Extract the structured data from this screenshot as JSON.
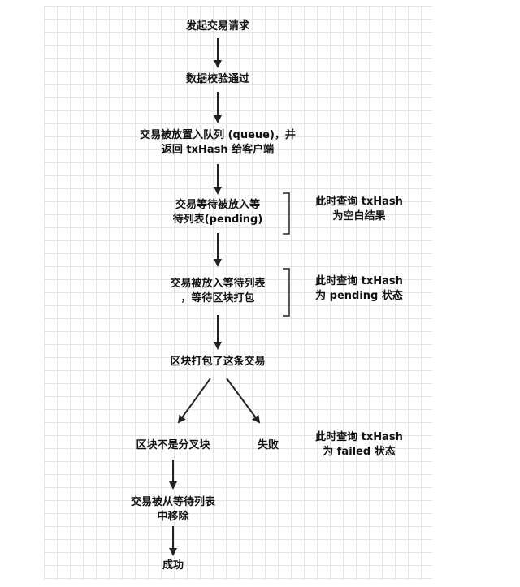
{
  "diagram": {
    "nodes": {
      "start": {
        "lines": [
          "发起交易请求"
        ]
      },
      "validated": {
        "lines": [
          "数据校验通过"
        ]
      },
      "queued": {
        "lines": [
          "交易被放置入队列 (queue)，并",
          "返回 txHash 给客户端"
        ]
      },
      "pending": {
        "lines": [
          "交易等待被放入等",
          "待列表(pending)"
        ]
      },
      "waiting_pack": {
        "lines": [
          "交易被放入等待列表",
          "，等待区块打包"
        ]
      },
      "packed": {
        "lines": [
          "区块打包了这条交易"
        ]
      },
      "not_fork": {
        "lines": [
          "区块不是分叉块"
        ]
      },
      "failed": {
        "lines": [
          "失败"
        ]
      },
      "removed": {
        "lines": [
          "交易被从等待列表",
          "中移除"
        ]
      },
      "success": {
        "lines": [
          "成功"
        ]
      }
    },
    "notes": {
      "pending_query": {
        "lines": [
          "此时查询 txHash",
          "为空白结果"
        ]
      },
      "waiting_query": {
        "lines": [
          "此时查询 txHash",
          "为 pending 状态"
        ]
      },
      "failed_query": {
        "lines": [
          "此时查询 txHash",
          "为 failed 状态"
        ]
      }
    }
  }
}
